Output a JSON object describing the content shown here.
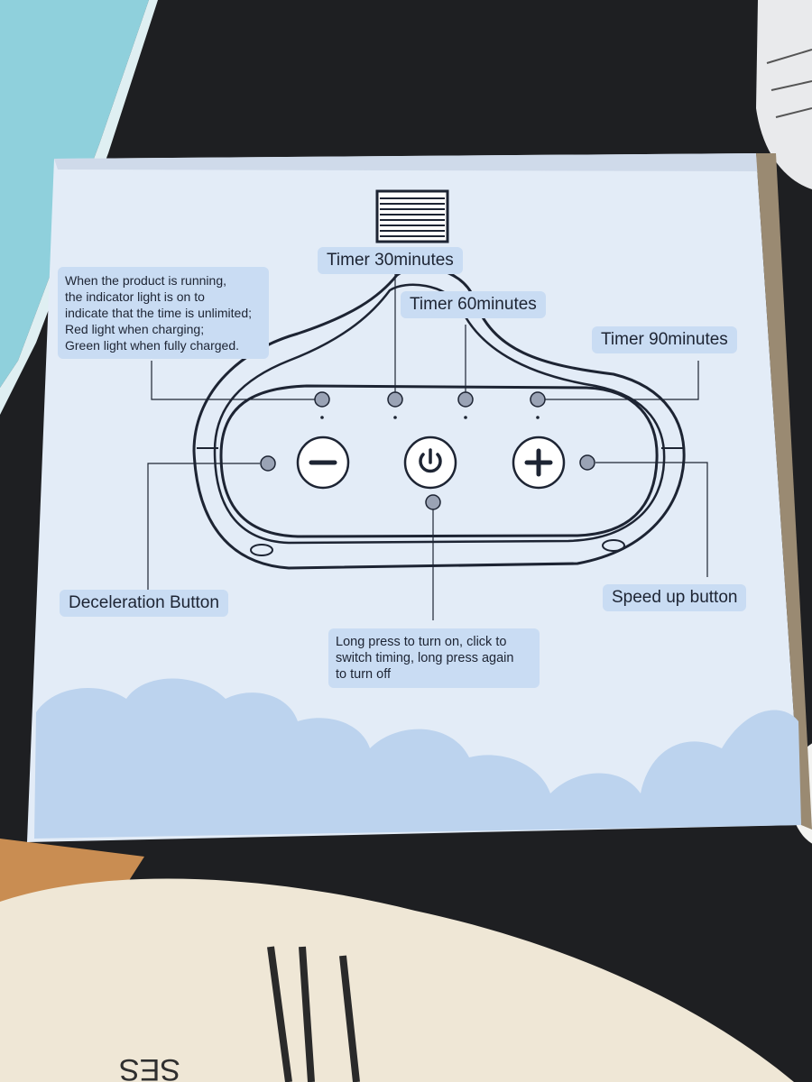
{
  "labels": {
    "timer_30": "Timer 30minutes",
    "timer_60": "Timer 60minutes",
    "timer_90": "Timer 90minutes",
    "indicator_note": [
      "When the product is running,",
      "the indicator light is on to",
      "indicate that the time is unlimited;",
      "Red light when charging;",
      "Green light when fully charged."
    ],
    "deceleration": "Deceleration Button",
    "speed_up": "Speed up button",
    "power_note": [
      "Long press to turn on, click to",
      "switch timing, long press again",
      "to turn off"
    ]
  },
  "icons": {
    "minus": "minus-icon",
    "power": "power-icon",
    "plus": "plus-icon"
  },
  "colors": {
    "box_face": "#e3ecf7",
    "label_bg": "#c9dcf3",
    "cloud": "#bcd3ee",
    "ink": "#1d2433",
    "table": "#1e1f22",
    "cyan_paper": "#8fd0dc",
    "floor": "#c98d52",
    "cushion": "#efe7d6"
  },
  "background_text": {
    "cushion_print": "SES"
  }
}
